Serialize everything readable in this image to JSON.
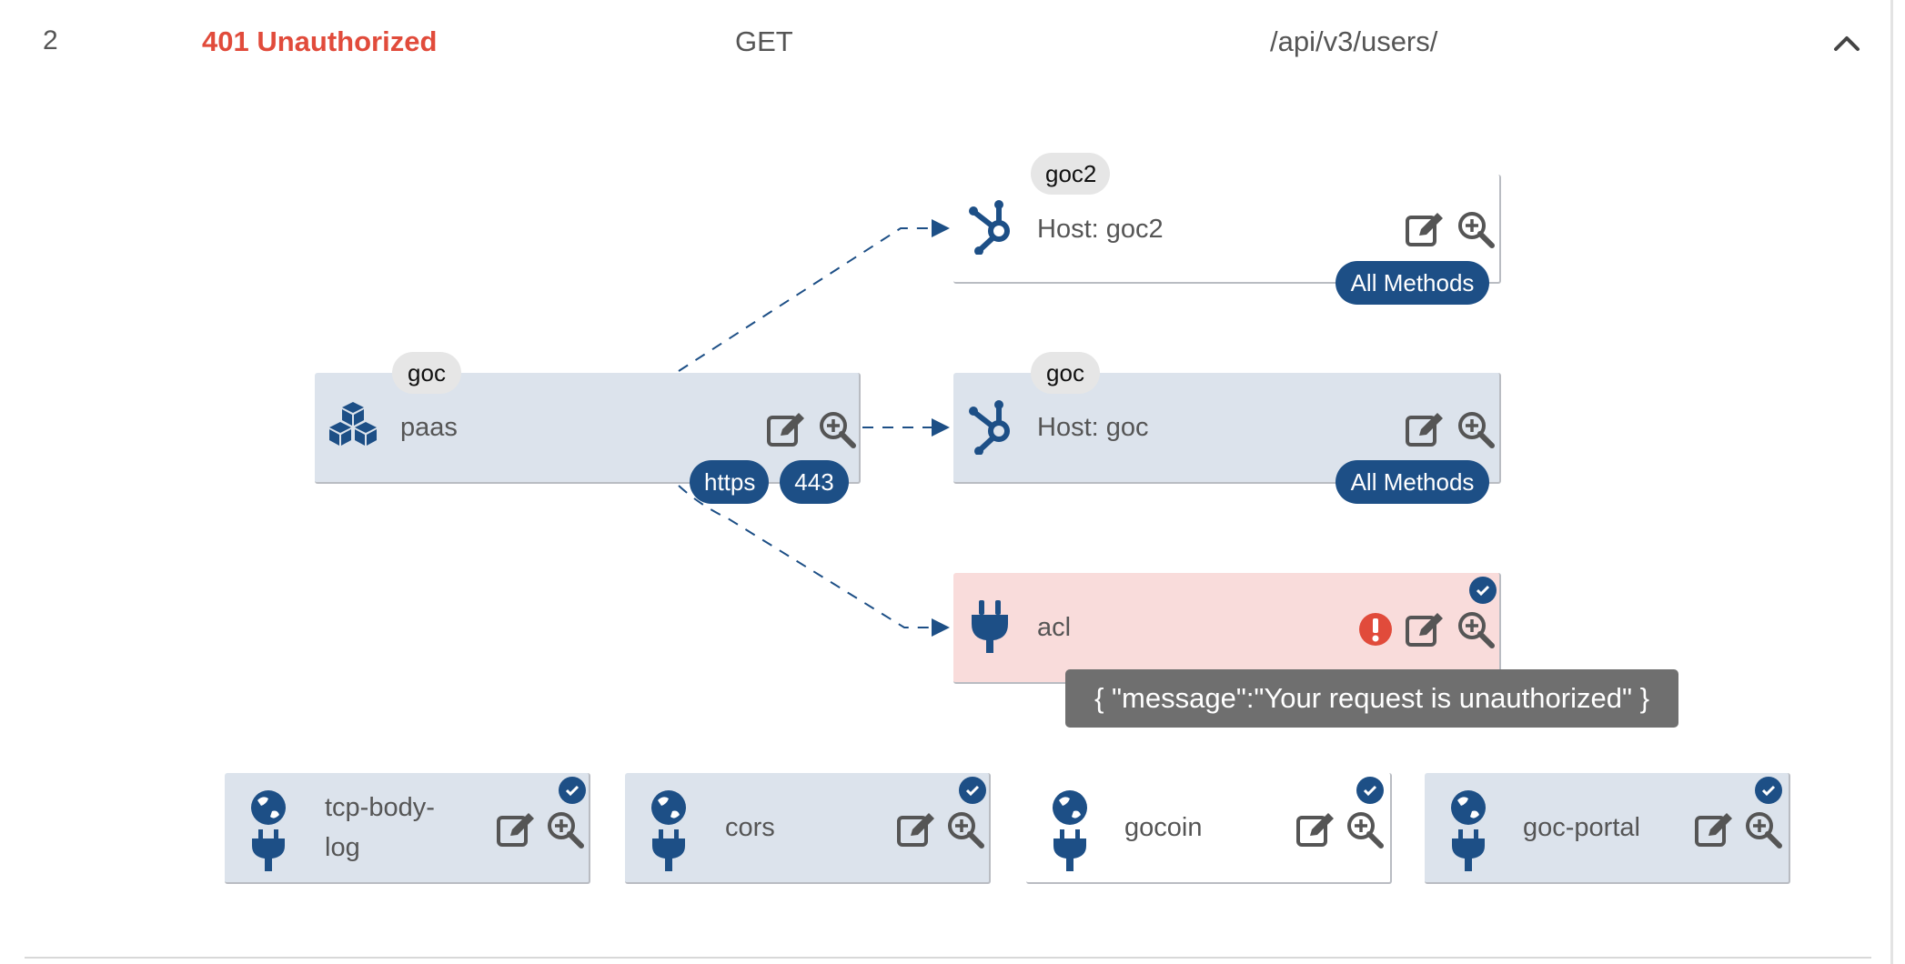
{
  "request": {
    "index": "2",
    "status": "401 Unauthorized",
    "method": "GET",
    "path": "/api/v3/users/"
  },
  "colors": {
    "accent": "#1d4f86",
    "error": "#e14b3b",
    "node_blue": "#dce3ec",
    "node_red": "#f9dcdb"
  },
  "nodes": {
    "service": {
      "tag": "goc",
      "label": "paas",
      "protocol": "https",
      "port": "443",
      "icon": "cubes-icon"
    },
    "route_goc2": {
      "tag": "goc2",
      "label": "Host: goc2",
      "methods": "All Methods",
      "icon": "hubspot-route-icon"
    },
    "route_goc": {
      "tag": "goc",
      "label": "Host: goc",
      "methods": "All Methods",
      "icon": "hubspot-route-icon"
    },
    "plugin_acl": {
      "label": "acl",
      "icon": "plug-icon",
      "error_message": "{ \"message\":\"Your request is unauthorized\" }"
    },
    "global_plugins": [
      {
        "label": "tcp-body-log",
        "label_line1": "tcp-body-",
        "label_line2": "log",
        "icon": "globe-plug-icon"
      },
      {
        "label": "cors",
        "icon": "globe-plug-icon"
      },
      {
        "label": "gocoin",
        "icon": "globe-plug-icon"
      },
      {
        "label": "goc-portal",
        "icon": "globe-plug-icon"
      }
    ]
  }
}
